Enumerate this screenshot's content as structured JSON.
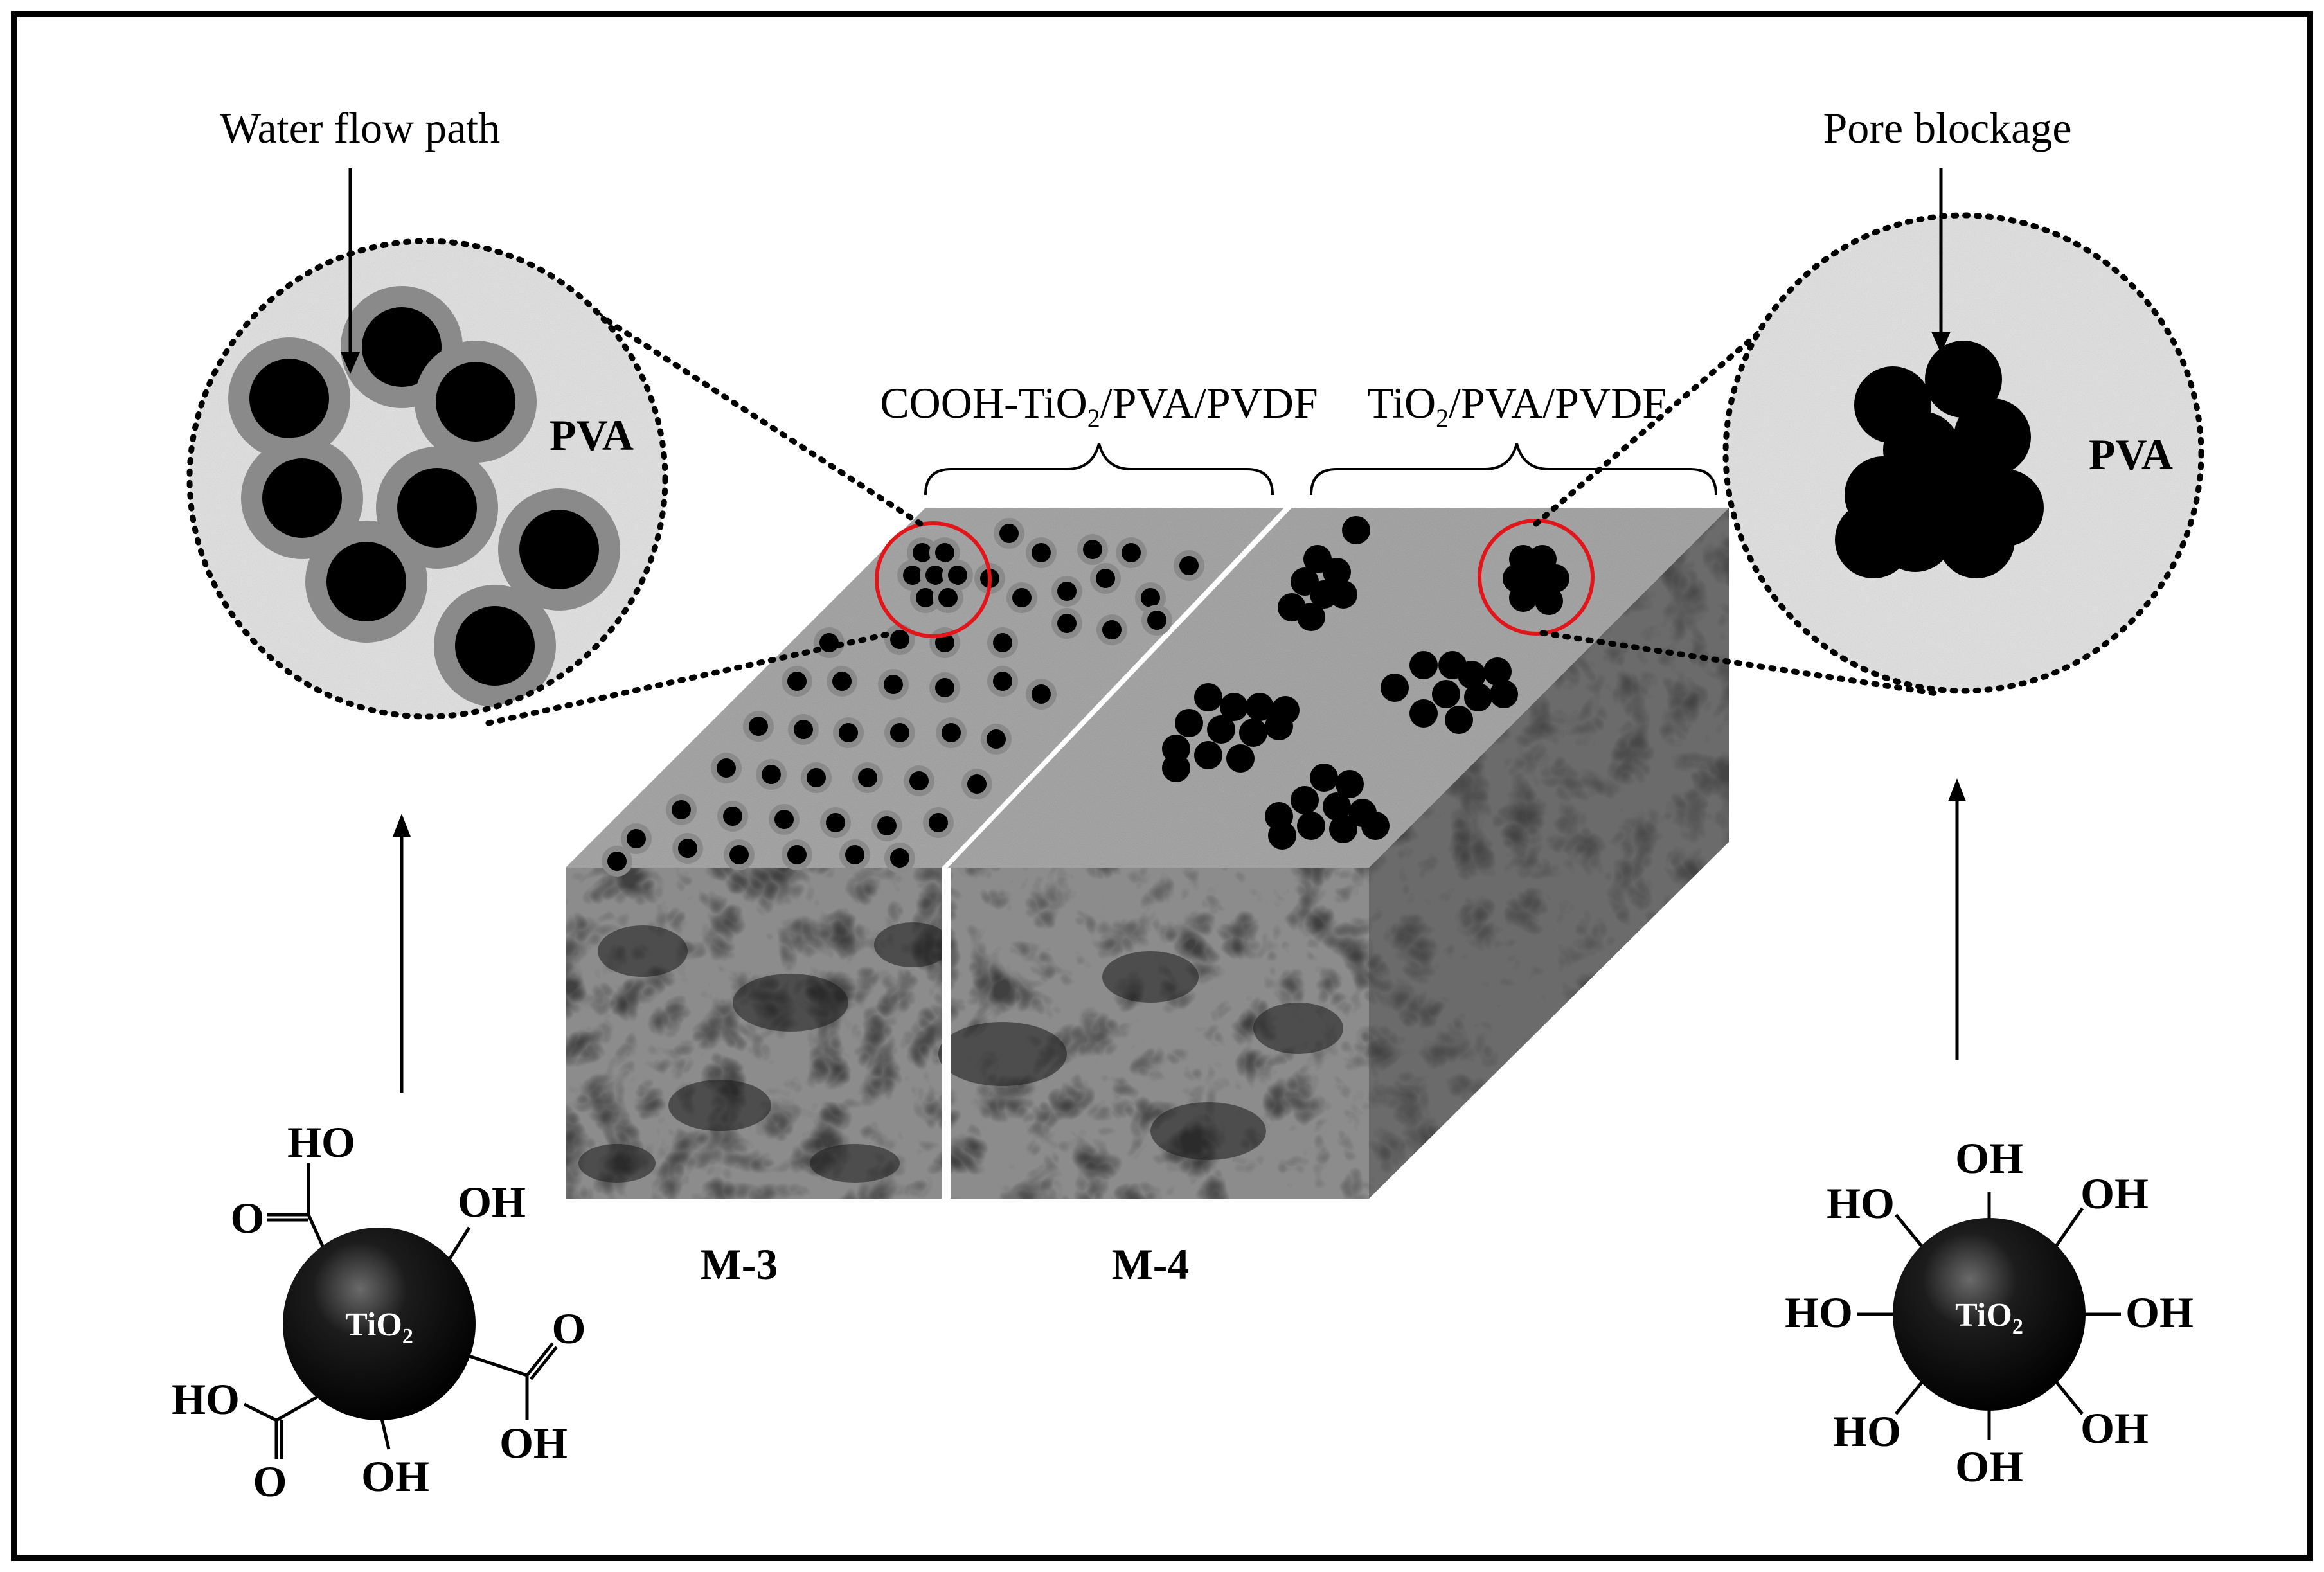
{
  "callouts": {
    "left": "Water flow path",
    "right": "Pore blockage"
  },
  "zoom_labels": {
    "left": "PVA",
    "right": "PVA"
  },
  "membranes": {
    "left_brace": {
      "prefix": "COOH-TiO",
      "sub": "2",
      "suffix": "/PVA/PVDF"
    },
    "right_brace": {
      "prefix": "TiO",
      "sub": "2",
      "suffix": "/PVA/PVDF"
    },
    "left_name": "M-3",
    "right_name": "M-4"
  },
  "particles": {
    "core": {
      "prefix": "TiO",
      "sub": "2"
    },
    "left_groups": [
      "HO",
      "O",
      "OH",
      "O",
      "OH",
      "HO",
      "O",
      "OH"
    ],
    "right_groups": [
      "OH",
      "OH",
      "OH",
      "OH",
      "OH",
      "HO",
      "HO",
      "HO"
    ]
  },
  "colors": {
    "frame": "#000000",
    "circle_fill": "#d9d9d9",
    "membrane_top": "#9c9c9c",
    "membrane_front": "#5e5e5e",
    "highlight_ring": "#e0161b",
    "pore_halo": "#8a8a8a"
  }
}
